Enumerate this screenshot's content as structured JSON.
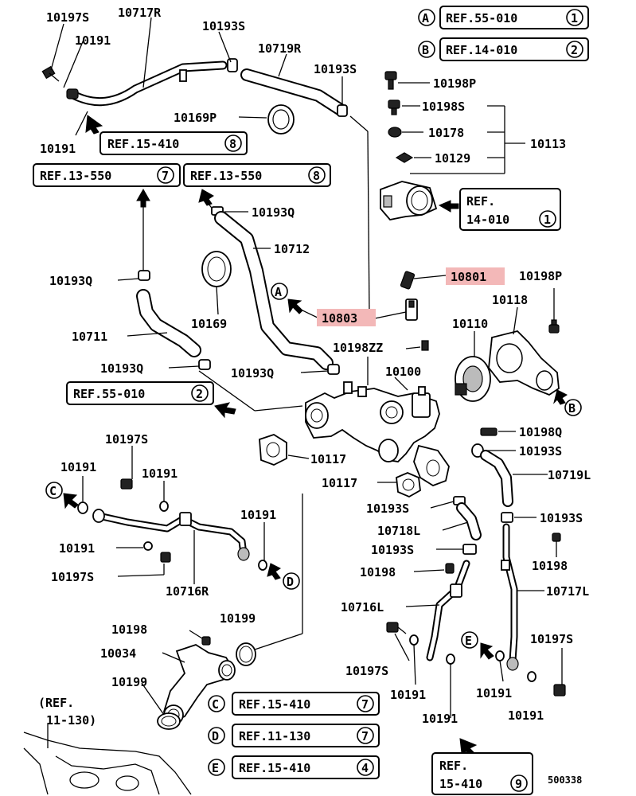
{
  "diagram_id": "500338",
  "part_labels": {
    "p10197S_a": "10197S",
    "p10717R": "10717R",
    "p10193S_a": "10193S",
    "p10191_a": "10191",
    "p10719R": "10719R",
    "p10193S_b": "10193S",
    "p10198P_a": "10198P",
    "p10198S": "10198S",
    "p10178": "10178",
    "p10113": "10113",
    "p10129": "10129",
    "p10169P": "10169P",
    "p10191_b": "10191",
    "p10193Q_a": "10193Q",
    "p10712": "10712",
    "p10193Q_b": "10193Q",
    "p10801": "10801",
    "p10198P_b": "10198P",
    "p10118": "10118",
    "p10803": "10803",
    "p10169": "10169",
    "p10110": "10110",
    "p10711": "10711",
    "p10198ZZ": "10198ZZ",
    "p10193Q_c": "10193Q",
    "p10193Q_d": "10193Q",
    "p10100": "10100",
    "p10198Q": "10198Q",
    "p10197S_b": "10197S",
    "p10193S_c": "10193S",
    "p10191_c": "10191",
    "p10191_d": "10191",
    "p10117_a": "10117",
    "p10719L": "10719L",
    "p10117_b": "10117",
    "p10193S_d": "10193S",
    "p10191_e": "10191",
    "p10193S_e": "10193S",
    "p10718L": "10718L",
    "p10191_f": "10191",
    "p10193S_f": "10193S",
    "p10198_a": "10198",
    "p10198_b": "10198",
    "p10197S_c": "10197S",
    "p10716R": "10716R",
    "p10717L": "10717L",
    "p10716L": "10716L",
    "p10198_c": "10198",
    "p10199_a": "10199",
    "p10197S_d": "10197S",
    "p10034": "10034",
    "p10197S_e": "10197S",
    "p10199_b": "10199",
    "p10191_g": "10191",
    "p10191_h": "10191",
    "p10191_i": "10191",
    "p10191_j": "10191"
  },
  "ref_boxes": {
    "refA": {
      "marker": "A",
      "text": "REF.55-010",
      "num": "1"
    },
    "refB": {
      "marker": "B",
      "text": "REF.14-010",
      "num": "2"
    },
    "ref15410_8": {
      "text": "REF.15-410",
      "num": "8"
    },
    "ref13550_7": {
      "text": "REF.13-550",
      "num": "7"
    },
    "ref13550_8": {
      "text": "REF.13-550",
      "num": "8"
    },
    "ref14010_1": {
      "line1": "REF.",
      "line2": "14-010",
      "num": "1"
    },
    "ref55010_2": {
      "text": "REF.55-010",
      "num": "2"
    },
    "refC": {
      "marker": "C",
      "text": "REF.15-410",
      "num": "7"
    },
    "refD": {
      "marker": "D",
      "text": "REF.11-130",
      "num": "7"
    },
    "refE": {
      "marker": "E",
      "text": "REF.15-410",
      "num": "4"
    },
    "ref15410_9": {
      "line1": "REF.",
      "line2": "15-410",
      "num": "9"
    },
    "ref11130": {
      "line1": "(REF.",
      "line2": "11-130)"
    }
  },
  "connectors": {
    "A1": "A",
    "B1": "B",
    "C1": "C",
    "D1": "D",
    "E1": "E"
  },
  "highlight_color": "#f3b8b8"
}
